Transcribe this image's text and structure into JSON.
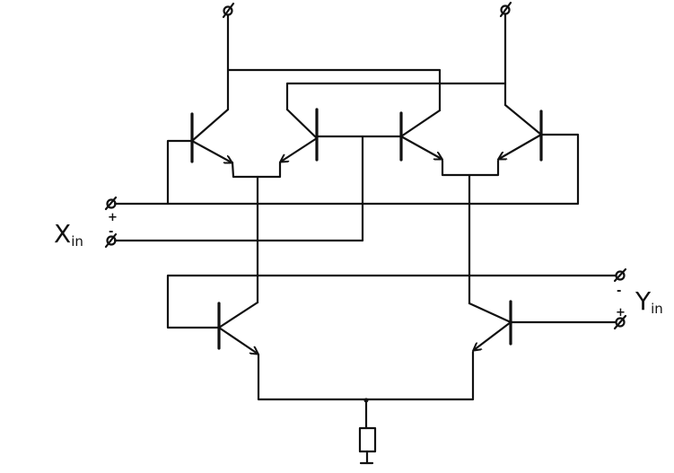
{
  "diagram": {
    "type": "circuit-schematic",
    "stroke_color": "#111111",
    "background": "#ffffff",
    "labels": {
      "x_input": {
        "main": "X",
        "sub": "in",
        "plus": "+",
        "minus": "-"
      },
      "y_input": {
        "main": "Y",
        "sub": "in",
        "plus": "+",
        "minus": "-"
      }
    }
  }
}
